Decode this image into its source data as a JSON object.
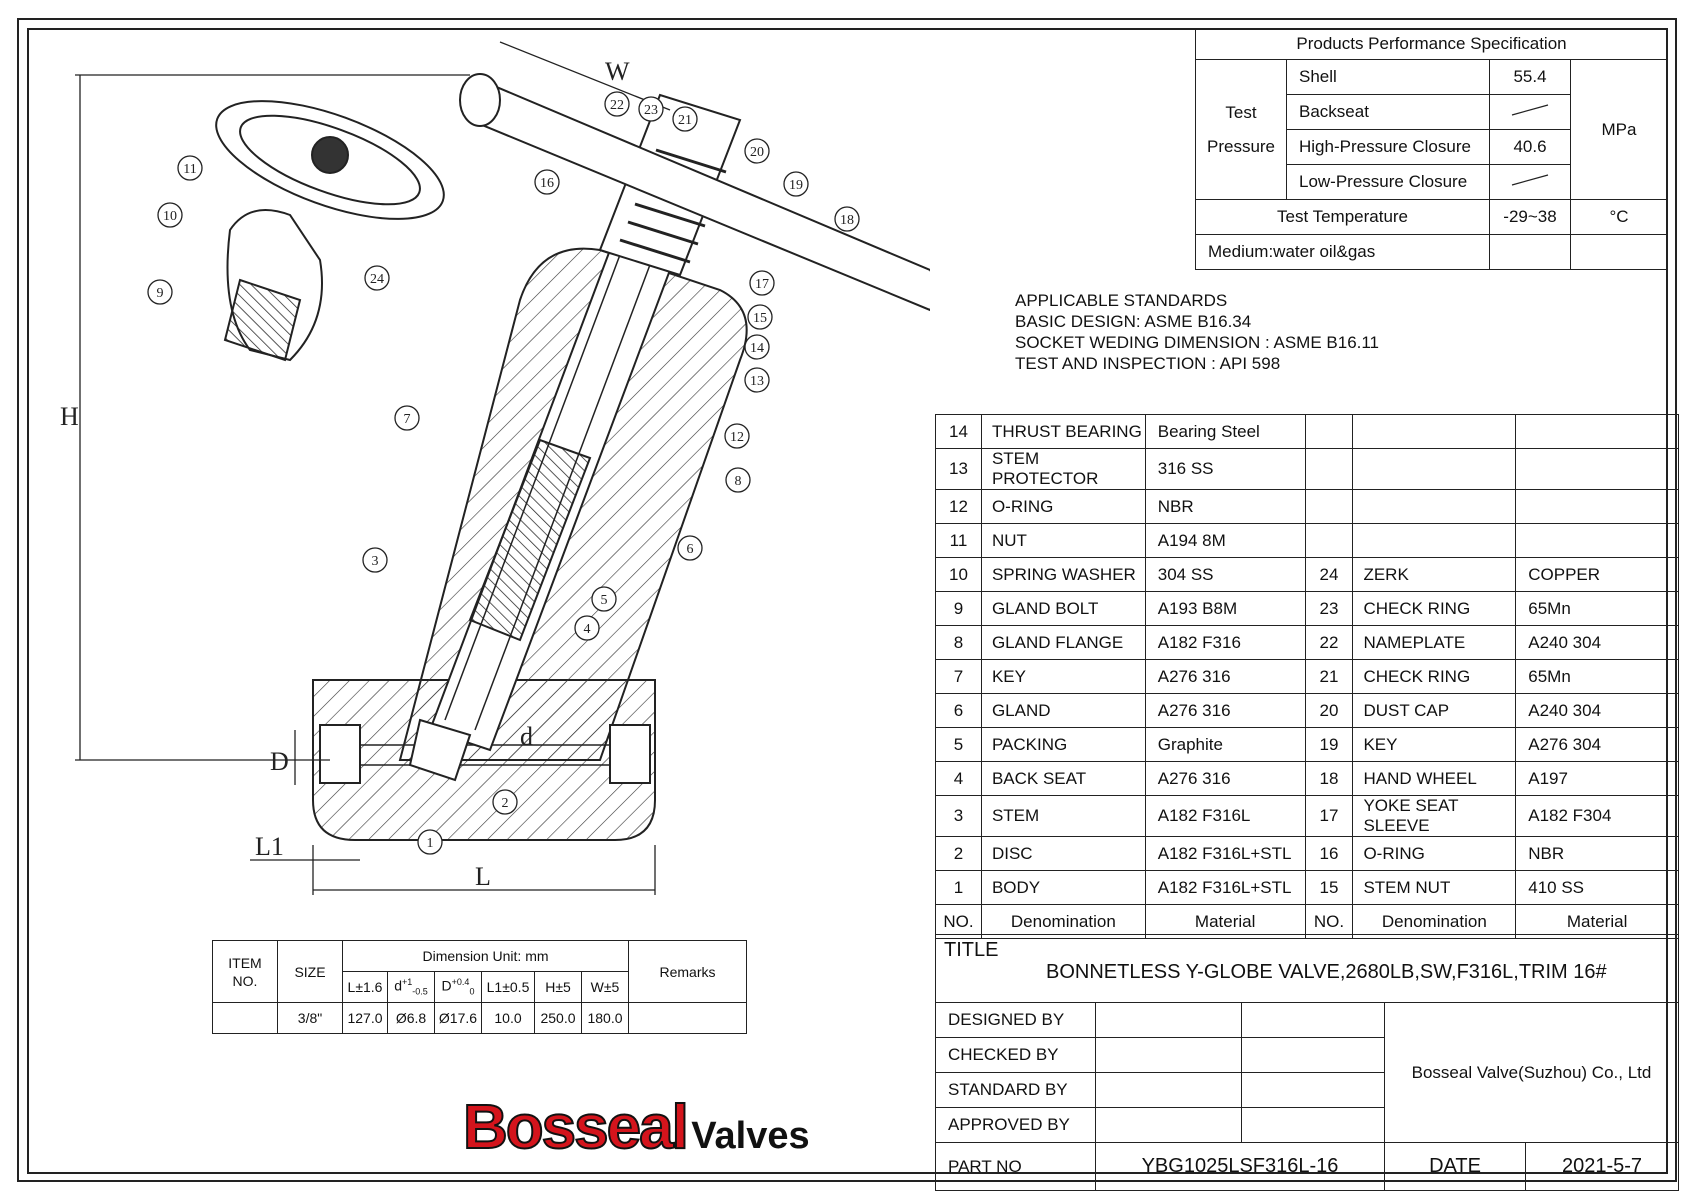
{
  "spec": {
    "header": "Products Performance Specification",
    "test_pressure_label_1": "Test",
    "test_pressure_label_2": "Pressure",
    "rows": [
      {
        "name": "Shell",
        "value": "55.4"
      },
      {
        "name": "Backseat",
        "value": ""
      },
      {
        "name": "High-Pressure Closure",
        "value": "40.6"
      },
      {
        "name": "Low-Pressure Closure",
        "value": ""
      }
    ],
    "pressure_unit": "MPa",
    "temp_label": "Test  Temperature",
    "temp_value": "-29~38",
    "temp_unit": "°C",
    "medium": "Medium:water oil&gas"
  },
  "standards": {
    "heading": "APPLICABLE  STANDARDS",
    "lines": [
      "BASIC DESIGN: ASME B16.34",
      "SOCKET WEDING DIMENSION : ASME B16.11",
      "TEST AND INSPECTION : API 598"
    ]
  },
  "parts": {
    "rows": [
      {
        "no": "14",
        "name": "THRUST BEARING",
        "material": "Bearing Steel",
        "no2": "",
        "name2": "",
        "material2": ""
      },
      {
        "no": "13",
        "name": "STEM PROTECTOR",
        "material": "316 SS",
        "no2": "",
        "name2": "",
        "material2": ""
      },
      {
        "no": "12",
        "name": "O-RING",
        "material": "NBR",
        "no2": "",
        "name2": "",
        "material2": ""
      },
      {
        "no": "11",
        "name": "NUT",
        "material": "A194 8M",
        "no2": "",
        "name2": "",
        "material2": ""
      },
      {
        "no": "10",
        "name": "SPRING WASHER",
        "material": "304 SS",
        "no2": "24",
        "name2": "ZERK",
        "material2": "COPPER"
      },
      {
        "no": "9",
        "name": "GLAND BOLT",
        "material": "A193 B8M",
        "no2": "23",
        "name2": "CHECK RING",
        "material2": "65Mn"
      },
      {
        "no": "8",
        "name": "GLAND FLANGE",
        "material": "A182 F316",
        "no2": "22",
        "name2": "NAMEPLATE",
        "material2": "A240 304"
      },
      {
        "no": "7",
        "name": "KEY",
        "material": "A276 316",
        "no2": "21",
        "name2": "CHECK RING",
        "material2": "65Mn"
      },
      {
        "no": "6",
        "name": "GLAND",
        "material": "A276 316",
        "no2": "20",
        "name2": "DUST CAP",
        "material2": "A240 304"
      },
      {
        "no": "5",
        "name": "PACKING",
        "material": "Graphite",
        "no2": "19",
        "name2": "KEY",
        "material2": "A276 304"
      },
      {
        "no": "4",
        "name": "BACK SEAT",
        "material": "A276 316",
        "no2": "18",
        "name2": "HAND WHEEL",
        "material2": "A197"
      },
      {
        "no": "3",
        "name": "STEM",
        "material": "A182 F316L",
        "no2": "17",
        "name2": "YOKE SEAT SLEEVE",
        "material2": "A182 F304"
      },
      {
        "no": "2",
        "name": "DISC",
        "material": "A182 F316L+STL",
        "no2": "16",
        "name2": "O-RING",
        "material2": "NBR"
      },
      {
        "no": "1",
        "name": "BODY",
        "material": "A182 F316L+STL",
        "no2": "15",
        "name2": "STEM NUT",
        "material2": "410 SS"
      }
    ],
    "header": {
      "no": "NO.",
      "name": "Denomination",
      "material": "Material"
    }
  },
  "title_block": {
    "title_label": "TITLE",
    "title": "BONNETLESS Y-GLOBE  VALVE,2680LB,SW,F316L,TRIM 16#",
    "designed": "DESIGNED BY",
    "checked": "CHECKED BY",
    "standard": "STANDARD BY",
    "approved": "APPROVED BY",
    "company": "Bosseal Valve(Suzhou) Co., Ltd",
    "part_no_label": "PART NO",
    "part_no": "YBG1025LSF316L-16",
    "date_label": "DATE",
    "date": "2021-5-7"
  },
  "dim_table": {
    "item_no": "ITEM\nNO.",
    "size": "SIZE",
    "unit": "Dimension Unit: mm",
    "remarks": "Remarks",
    "cols": [
      "L±1.6",
      "d",
      "D",
      "L1±0.5",
      "H±5",
      "W±5"
    ],
    "row": {
      "item": "",
      "size": "3/8\"",
      "values": [
        "127.0",
        "Ø6.8",
        "Ø17.6",
        "10.0",
        "250.0",
        "180.0"
      ],
      "remarks": ""
    }
  },
  "drawing": {
    "dim_W": "W",
    "dim_H": "H",
    "dim_D": "D",
    "dim_d": "d",
    "dim_L": "L",
    "dim_L1": "L1",
    "balloons": [
      "1",
      "2",
      "3",
      "4",
      "5",
      "6",
      "7",
      "8",
      "9",
      "10",
      "11",
      "12",
      "13",
      "14",
      "15",
      "16",
      "17",
      "18",
      "19",
      "20",
      "21",
      "22",
      "23",
      "24"
    ]
  },
  "logo": {
    "brand": "Bosseal",
    "suffix": "Valves",
    "brand_color": "#d4141c"
  }
}
